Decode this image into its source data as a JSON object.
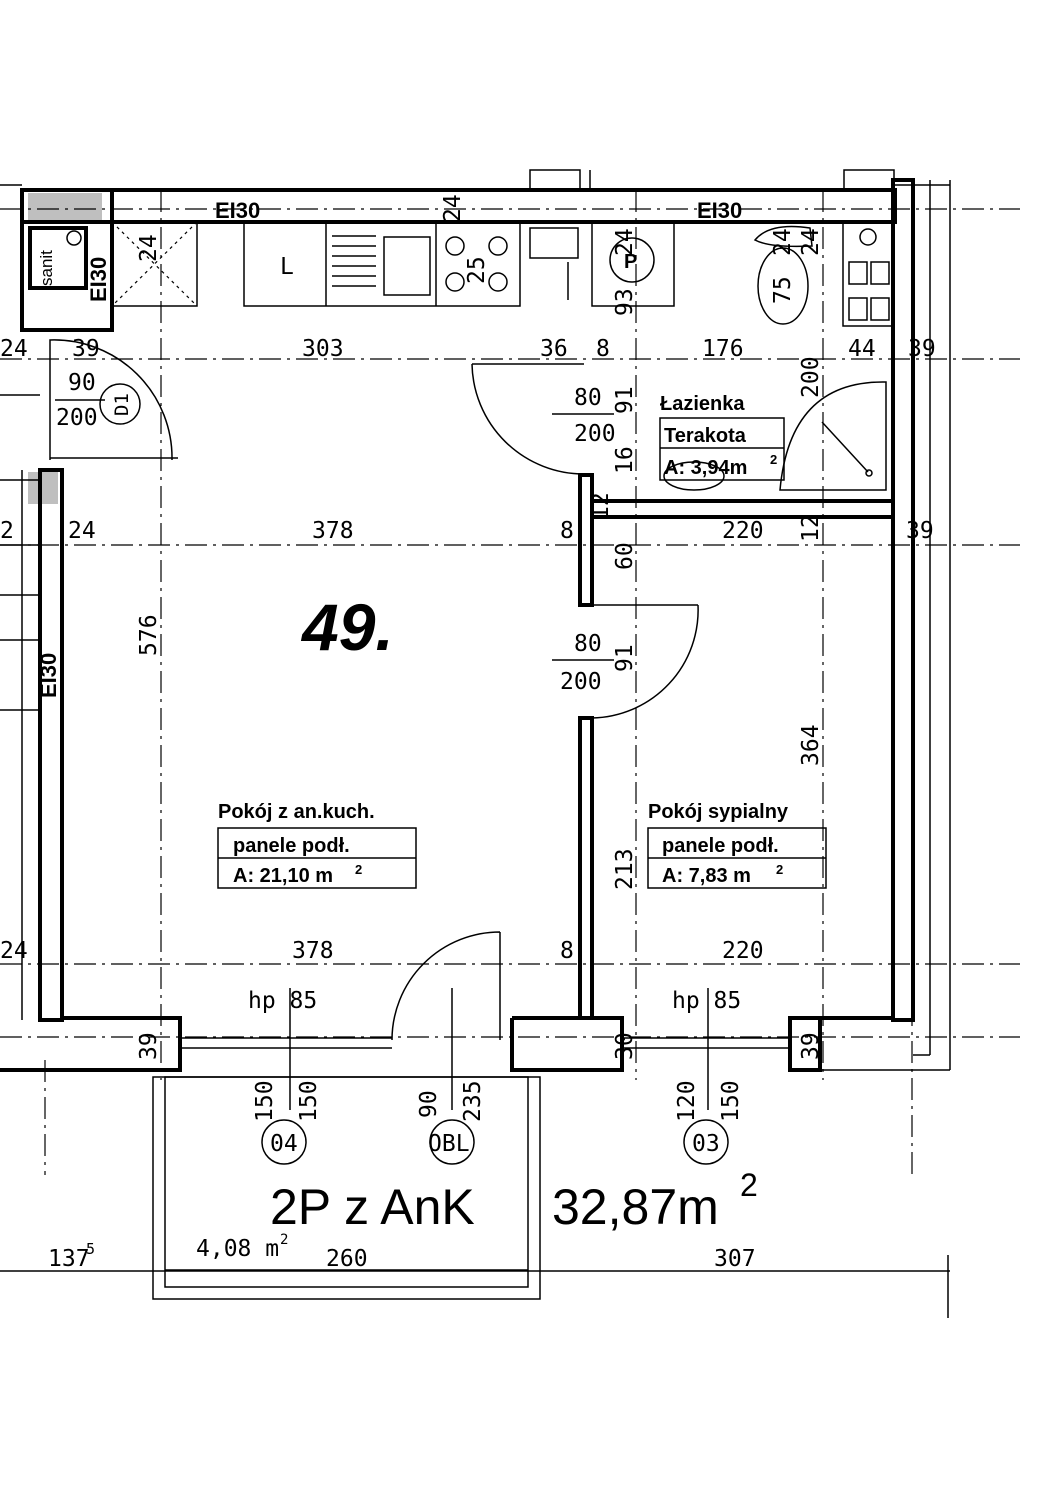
{
  "plan": {
    "unit_number": "49.",
    "unit_type": "2P z AnK",
    "total_area": "32,87m",
    "total_area_sup": "2",
    "rooms": {
      "living": {
        "name": "Pokój z an.kuch.",
        "floor": "panele podł.",
        "area": "A: 21,10 m",
        "sup": "2"
      },
      "bedroom": {
        "name": "Pokój sypialny",
        "floor": "panele podł.",
        "area": "A: 7,83 m",
        "sup": "2"
      },
      "bathroom": {
        "name": "Łazienka",
        "floor": "Terakota",
        "area": "A: 3,94m",
        "sup": "2"
      },
      "balcony": {
        "area": "4,08 m",
        "sup": "2"
      }
    },
    "fire_rating": "EI30",
    "symbols": {
      "door_d1": "D1",
      "window_04": "04",
      "window_03": "03",
      "balcony_door": "OBL",
      "kitchen_sink": "L",
      "washer": "P",
      "sanit": "sanit"
    },
    "dimensions": {
      "top_24_left": "24",
      "top_39": "39",
      "top_303": "303",
      "top_36": "36",
      "top_8": "8",
      "top_176": "176",
      "top_44": "44",
      "top_39_right": "39",
      "door_d1_w": "90",
      "door_d1_h": "200",
      "bath_door_w": "80",
      "bath_door_h": "200",
      "bed_door_w": "80",
      "bed_door_h": "200",
      "mid_24": "24",
      "mid_378": "378",
      "mid_8": "8",
      "mid_220": "220",
      "mid_39": "39",
      "mid_12": "12",
      "left_2": "2",
      "bottom_24": "24",
      "bottom_378": "378",
      "bottom_8": "8",
      "bottom_220": "220",
      "v_576": "576",
      "v_364": "364",
      "v_213": "213",
      "v_91_top": "91",
      "v_16": "16",
      "v_12": "12",
      "v_60": "60",
      "v_91_mid": "91",
      "v_200": "200",
      "v_93": "93",
      "v_24_a": "24",
      "v_24_b": "24",
      "v_24_c": "24",
      "v_24_d": "24",
      "v_24_e": "24",
      "v_25": "25",
      "v_75": "75",
      "hp_left": "hp 85",
      "hp_right": "hp 85",
      "w04_a": "150",
      "w04_b": "150",
      "obl_a": "90",
      "obl_b": "235",
      "w03_a": "120",
      "w03_b": "150",
      "v_39_left": "39",
      "v_30": "30",
      "v_39_right": "39",
      "bal_1375": "137",
      "bal_1375_sup": "5",
      "bal_260": "260",
      "bal_307": "307"
    }
  }
}
